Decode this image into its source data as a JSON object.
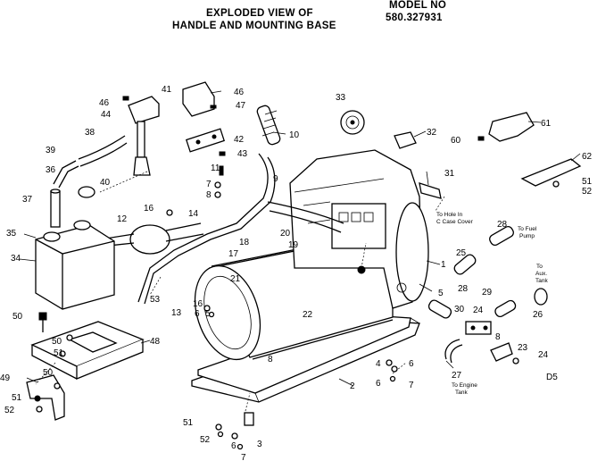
{
  "header": {
    "title_line1": "EXPLODED VIEW OF",
    "title_line2": "HANDLE AND MOUNTING BASE",
    "model_label": "MODEL NO",
    "model_number": "580.327931"
  },
  "labels": [
    {
      "id": "l46a",
      "text": "46"
    },
    {
      "id": "l44",
      "text": "44"
    },
    {
      "id": "l41",
      "text": "41"
    },
    {
      "id": "l46b",
      "text": "46"
    },
    {
      "id": "l47",
      "text": "47"
    },
    {
      "id": "l33",
      "text": "33"
    },
    {
      "id": "l61",
      "text": "61"
    },
    {
      "id": "l39",
      "text": "39"
    },
    {
      "id": "l38",
      "text": "38"
    },
    {
      "id": "l42",
      "text": "42"
    },
    {
      "id": "l10",
      "text": "10"
    },
    {
      "id": "l32",
      "text": "32"
    },
    {
      "id": "l60",
      "text": "60"
    },
    {
      "id": "l43",
      "text": "43"
    },
    {
      "id": "l62",
      "text": "62"
    },
    {
      "id": "l36",
      "text": "36"
    },
    {
      "id": "l11",
      "text": "11"
    },
    {
      "id": "l9",
      "text": "9"
    },
    {
      "id": "l31",
      "text": "31"
    },
    {
      "id": "l40",
      "text": "40"
    },
    {
      "id": "l7a",
      "text": "7"
    },
    {
      "id": "l51a",
      "text": "51"
    },
    {
      "id": "l8a",
      "text": "8"
    },
    {
      "id": "l52a",
      "text": "52"
    },
    {
      "id": "l37",
      "text": "37"
    },
    {
      "id": "l16a",
      "text": "16"
    },
    {
      "id": "l14",
      "text": "14"
    },
    {
      "id": "l12",
      "text": "12"
    },
    {
      "id": "l28a",
      "text": "28"
    },
    {
      "id": "l35",
      "text": "35"
    },
    {
      "id": "l20",
      "text": "20"
    },
    {
      "id": "l18",
      "text": "18"
    },
    {
      "id": "l19",
      "text": "19"
    },
    {
      "id": "l17",
      "text": "17"
    },
    {
      "id": "l34",
      "text": "34"
    },
    {
      "id": "l1",
      "text": "1"
    },
    {
      "id": "l25",
      "text": "25"
    },
    {
      "id": "l21",
      "text": "21"
    },
    {
      "id": "l53",
      "text": "53"
    },
    {
      "id": "l5a",
      "text": "5"
    },
    {
      "id": "l28b",
      "text": "28"
    },
    {
      "id": "l29",
      "text": "29"
    },
    {
      "id": "l16b",
      "text": "16"
    },
    {
      "id": "l13",
      "text": "13"
    },
    {
      "id": "l6a",
      "text": "6"
    },
    {
      "id": "l5b",
      "text": "5"
    },
    {
      "id": "l22",
      "text": "22"
    },
    {
      "id": "l30",
      "text": "30"
    },
    {
      "id": "l24a",
      "text": "24"
    },
    {
      "id": "l26",
      "text": "26"
    },
    {
      "id": "l50a",
      "text": "50"
    },
    {
      "id": "l8b",
      "text": "8"
    },
    {
      "id": "l48",
      "text": "48"
    },
    {
      "id": "l50b",
      "text": "50"
    },
    {
      "id": "l51b",
      "text": "51"
    },
    {
      "id": "l23",
      "text": "23"
    },
    {
      "id": "l24b",
      "text": "24"
    },
    {
      "id": "l8c",
      "text": "8"
    },
    {
      "id": "l4",
      "text": "4"
    },
    {
      "id": "l6b",
      "text": "6"
    },
    {
      "id": "l27",
      "text": "27"
    },
    {
      "id": "l49",
      "text": "49"
    },
    {
      "id": "l50c",
      "text": "50"
    },
    {
      "id": "l6c",
      "text": "6"
    },
    {
      "id": "l7b",
      "text": "7"
    },
    {
      "id": "l2",
      "text": "2"
    },
    {
      "id": "ld5",
      "text": "D5"
    },
    {
      "id": "l51c",
      "text": "51"
    },
    {
      "id": "l52b",
      "text": "52"
    },
    {
      "id": "l51d",
      "text": "51"
    },
    {
      "id": "l52c",
      "text": "52"
    },
    {
      "id": "l6d",
      "text": "6"
    },
    {
      "id": "l3",
      "text": "3"
    },
    {
      "id": "l7c",
      "text": "7"
    }
  ],
  "notes": {
    "hole_line1": "To Hole In",
    "hole_line2": "C Case Cover",
    "fuel_line1": "To Fuel",
    "fuel_line2": "Pump",
    "aux_line1": "To",
    "aux_line2": "Aux.",
    "aux_line3": "Tank",
    "engine_line1": "To Engine",
    "engine_line2": "Tank"
  }
}
